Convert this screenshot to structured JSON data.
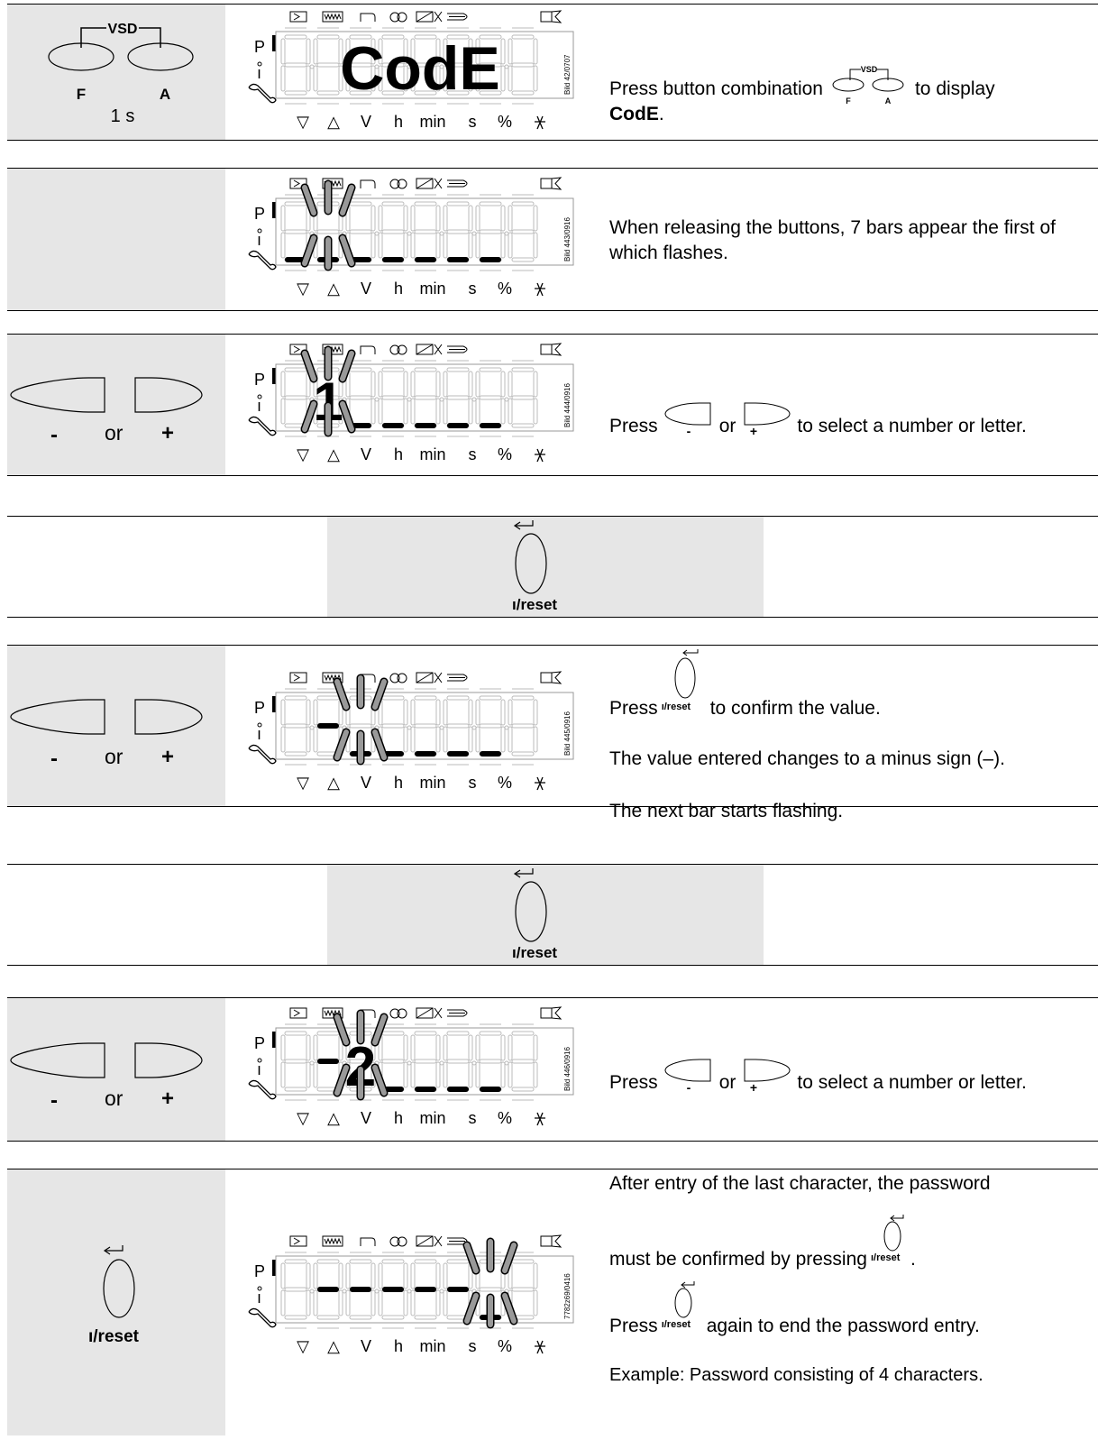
{
  "row1": {
    "left": {
      "vsd": "VSD",
      "f": "F",
      "a": "A",
      "duration": "1 s"
    },
    "lcd": {
      "code": "CodE",
      "bild": "Bild 42/0707"
    },
    "text": {
      "before": "Press button combination",
      "inline_vsd": "VSD",
      "inline_f": "F",
      "inline_a": "A",
      "after": "to display",
      "bold": "CodE",
      "end": "."
    }
  },
  "row2": {
    "lcd": {
      "bild": "Bild 443/0916"
    },
    "text": "When releasing the buttons, 7 bars appear the first of which flashes."
  },
  "row3": {
    "left": {
      "minus": "-",
      "or": "or",
      "plus": "+"
    },
    "lcd": {
      "digit": "1",
      "bild": "Bild 444/0916"
    },
    "text": {
      "press": "Press",
      "minus": "-",
      "or": "or",
      "plus": "+",
      "rest": "to select a number or letter."
    }
  },
  "row4": {
    "reset_label": "ı/reset"
  },
  "row5": {
    "left": {
      "minus": "-",
      "or": "or",
      "plus": "+"
    },
    "lcd": {
      "bild": "Bild 445/0916"
    },
    "text": {
      "press": "Press",
      "reset": "ı/reset",
      "confirm": "to confirm the value.",
      "line2": "The value entered changes to a minus sign (–).",
      "line3": "The next bar starts flashing."
    }
  },
  "row6": {
    "reset_label": "ı/reset"
  },
  "row7": {
    "left": {
      "minus": "-",
      "or": "or",
      "plus": "+"
    },
    "lcd": {
      "digit": "2",
      "bild": "Bild 446/0916"
    },
    "text": {
      "press": "Press",
      "minus": "-",
      "or": "or",
      "plus": "+",
      "rest": "to select a number or letter."
    }
  },
  "row8": {
    "left": {
      "reset_label": "ı/reset"
    },
    "lcd": {
      "bild": "7782z69/0416"
    },
    "text": {
      "l1": "After entry of the last character, the password",
      "l2a": "must be confirmed by pressing",
      "l2b": "ı/reset",
      "l2c": ".",
      "l3a": "Press",
      "l3b": "ı/reset",
      "l3c": "again to end the password entry.",
      "l4": "Example: Password consisting of 4 characters."
    }
  },
  "lcd_bottom": {
    "down": "▽",
    "up": "△",
    "v": "V",
    "h": "h",
    "min": "min",
    "s": "s",
    "pct": "%"
  },
  "lcd_side": {
    "p": "P",
    "i": "ı"
  }
}
